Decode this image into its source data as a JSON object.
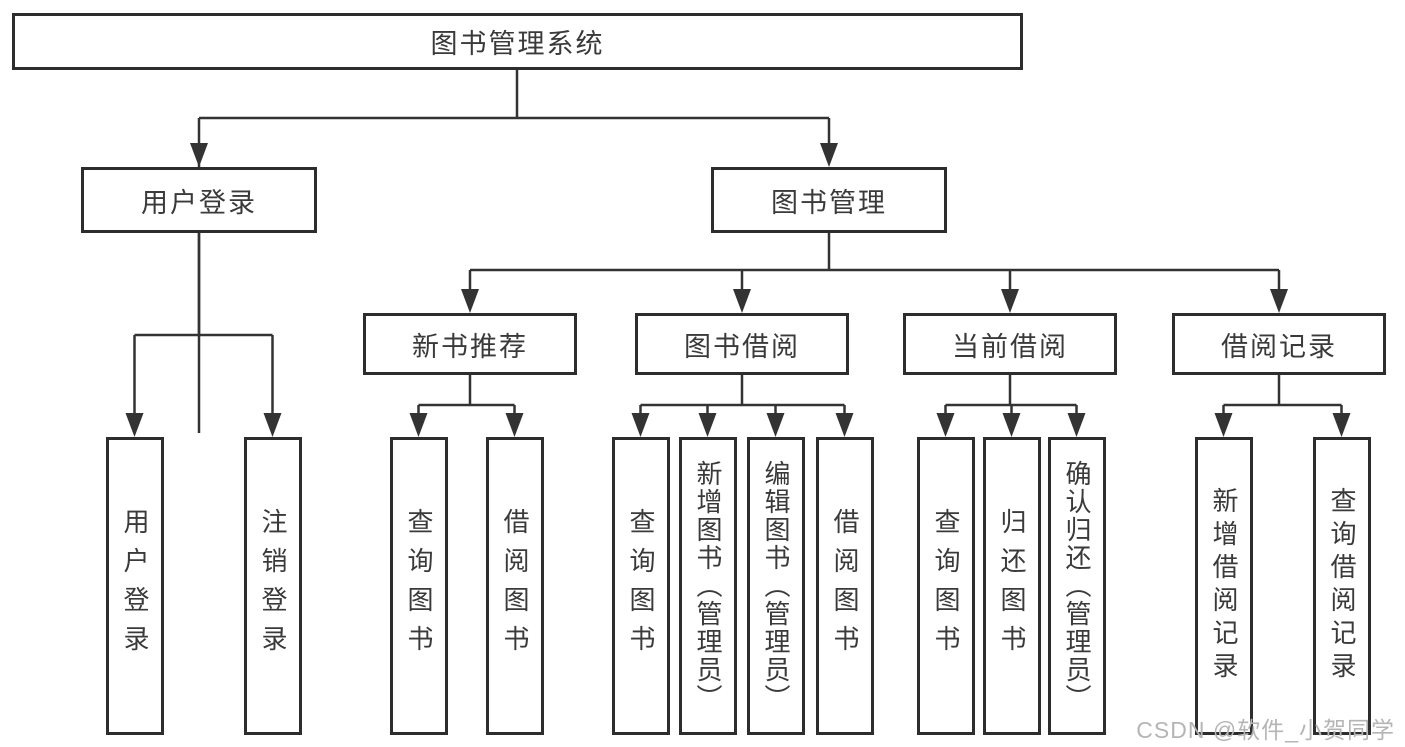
{
  "diagram": {
    "root": {
      "label": "图书管理系统"
    },
    "branches": {
      "user_login": {
        "label": "用户登录",
        "children": [
          {
            "label": "用户登录"
          },
          {
            "label": "注销登录"
          }
        ]
      },
      "book_management": {
        "label": "图书管理",
        "children": [
          {
            "label": "新书推荐",
            "children": [
              {
                "label": "查询图书"
              },
              {
                "label": "借阅图书"
              }
            ]
          },
          {
            "label": "图书借阅",
            "children": [
              {
                "label": "查询图书"
              },
              {
                "label": "新增图书（管理员）"
              },
              {
                "label": "编辑图书（管理员）"
              },
              {
                "label": "借阅图书"
              }
            ]
          },
          {
            "label": "当前借阅",
            "children": [
              {
                "label": "查询图书"
              },
              {
                "label": "归还图书"
              },
              {
                "label": "确认归还（管理员）"
              }
            ]
          },
          {
            "label": "借阅记录",
            "children": [
              {
                "label": "新增借阅记录"
              },
              {
                "label": "查询借阅记录"
              }
            ]
          }
        ]
      }
    }
  },
  "watermark": {
    "text": "CSDN @软件_小贺同学"
  },
  "colors": {
    "line": "#333333",
    "box_border": "#2d2d2d",
    "text": "#3a3a3a",
    "watermark": "#b5b5b5",
    "background": "#ffffff"
  }
}
